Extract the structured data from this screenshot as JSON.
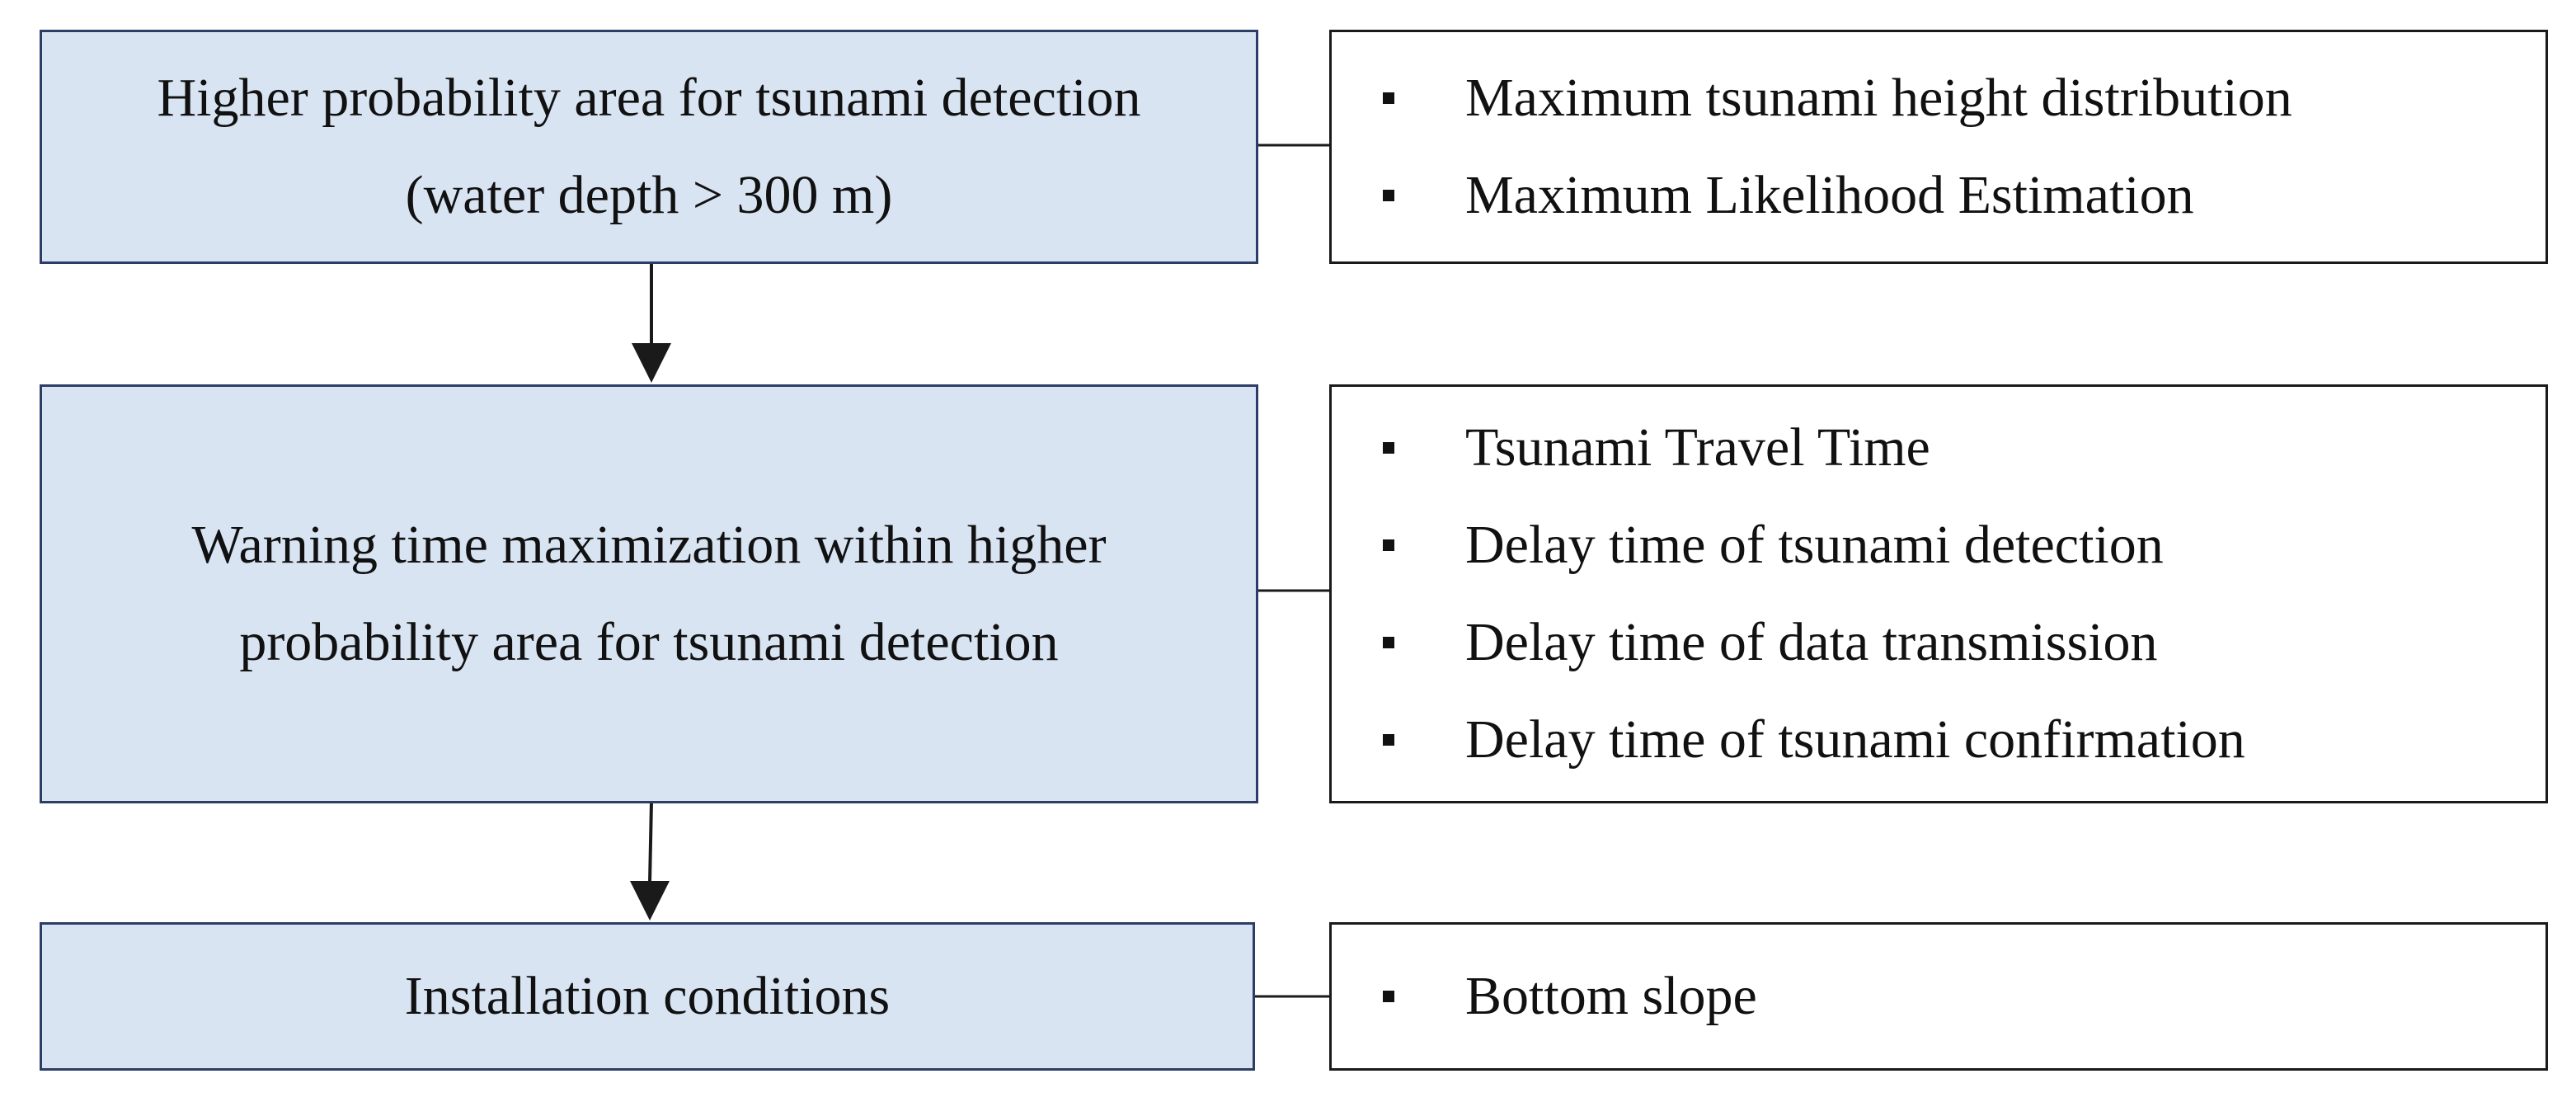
{
  "steps": [
    {
      "lines": [
        "Higher probability area for tsunami detection",
        "(water depth > 300 m)"
      ],
      "details": [
        "Maximum tsunami height distribution",
        "Maximum Likelihood Estimation"
      ]
    },
    {
      "lines": [
        "Warning time maximization within higher",
        "probability area for tsunami detection"
      ],
      "details": [
        "Tsunami Travel Time",
        "Delay time of tsunami detection",
        "Delay time of data transmission",
        "Delay time of tsunami confirmation"
      ]
    },
    {
      "lines": [
        "Installation conditions"
      ],
      "details": [
        "Bottom slope"
      ]
    }
  ],
  "colors": {
    "step_fill": "#d9e4f3",
    "step_border": "#2d3e66",
    "detail_border": "#1a1a1a",
    "connector": "#1a1a1a"
  }
}
